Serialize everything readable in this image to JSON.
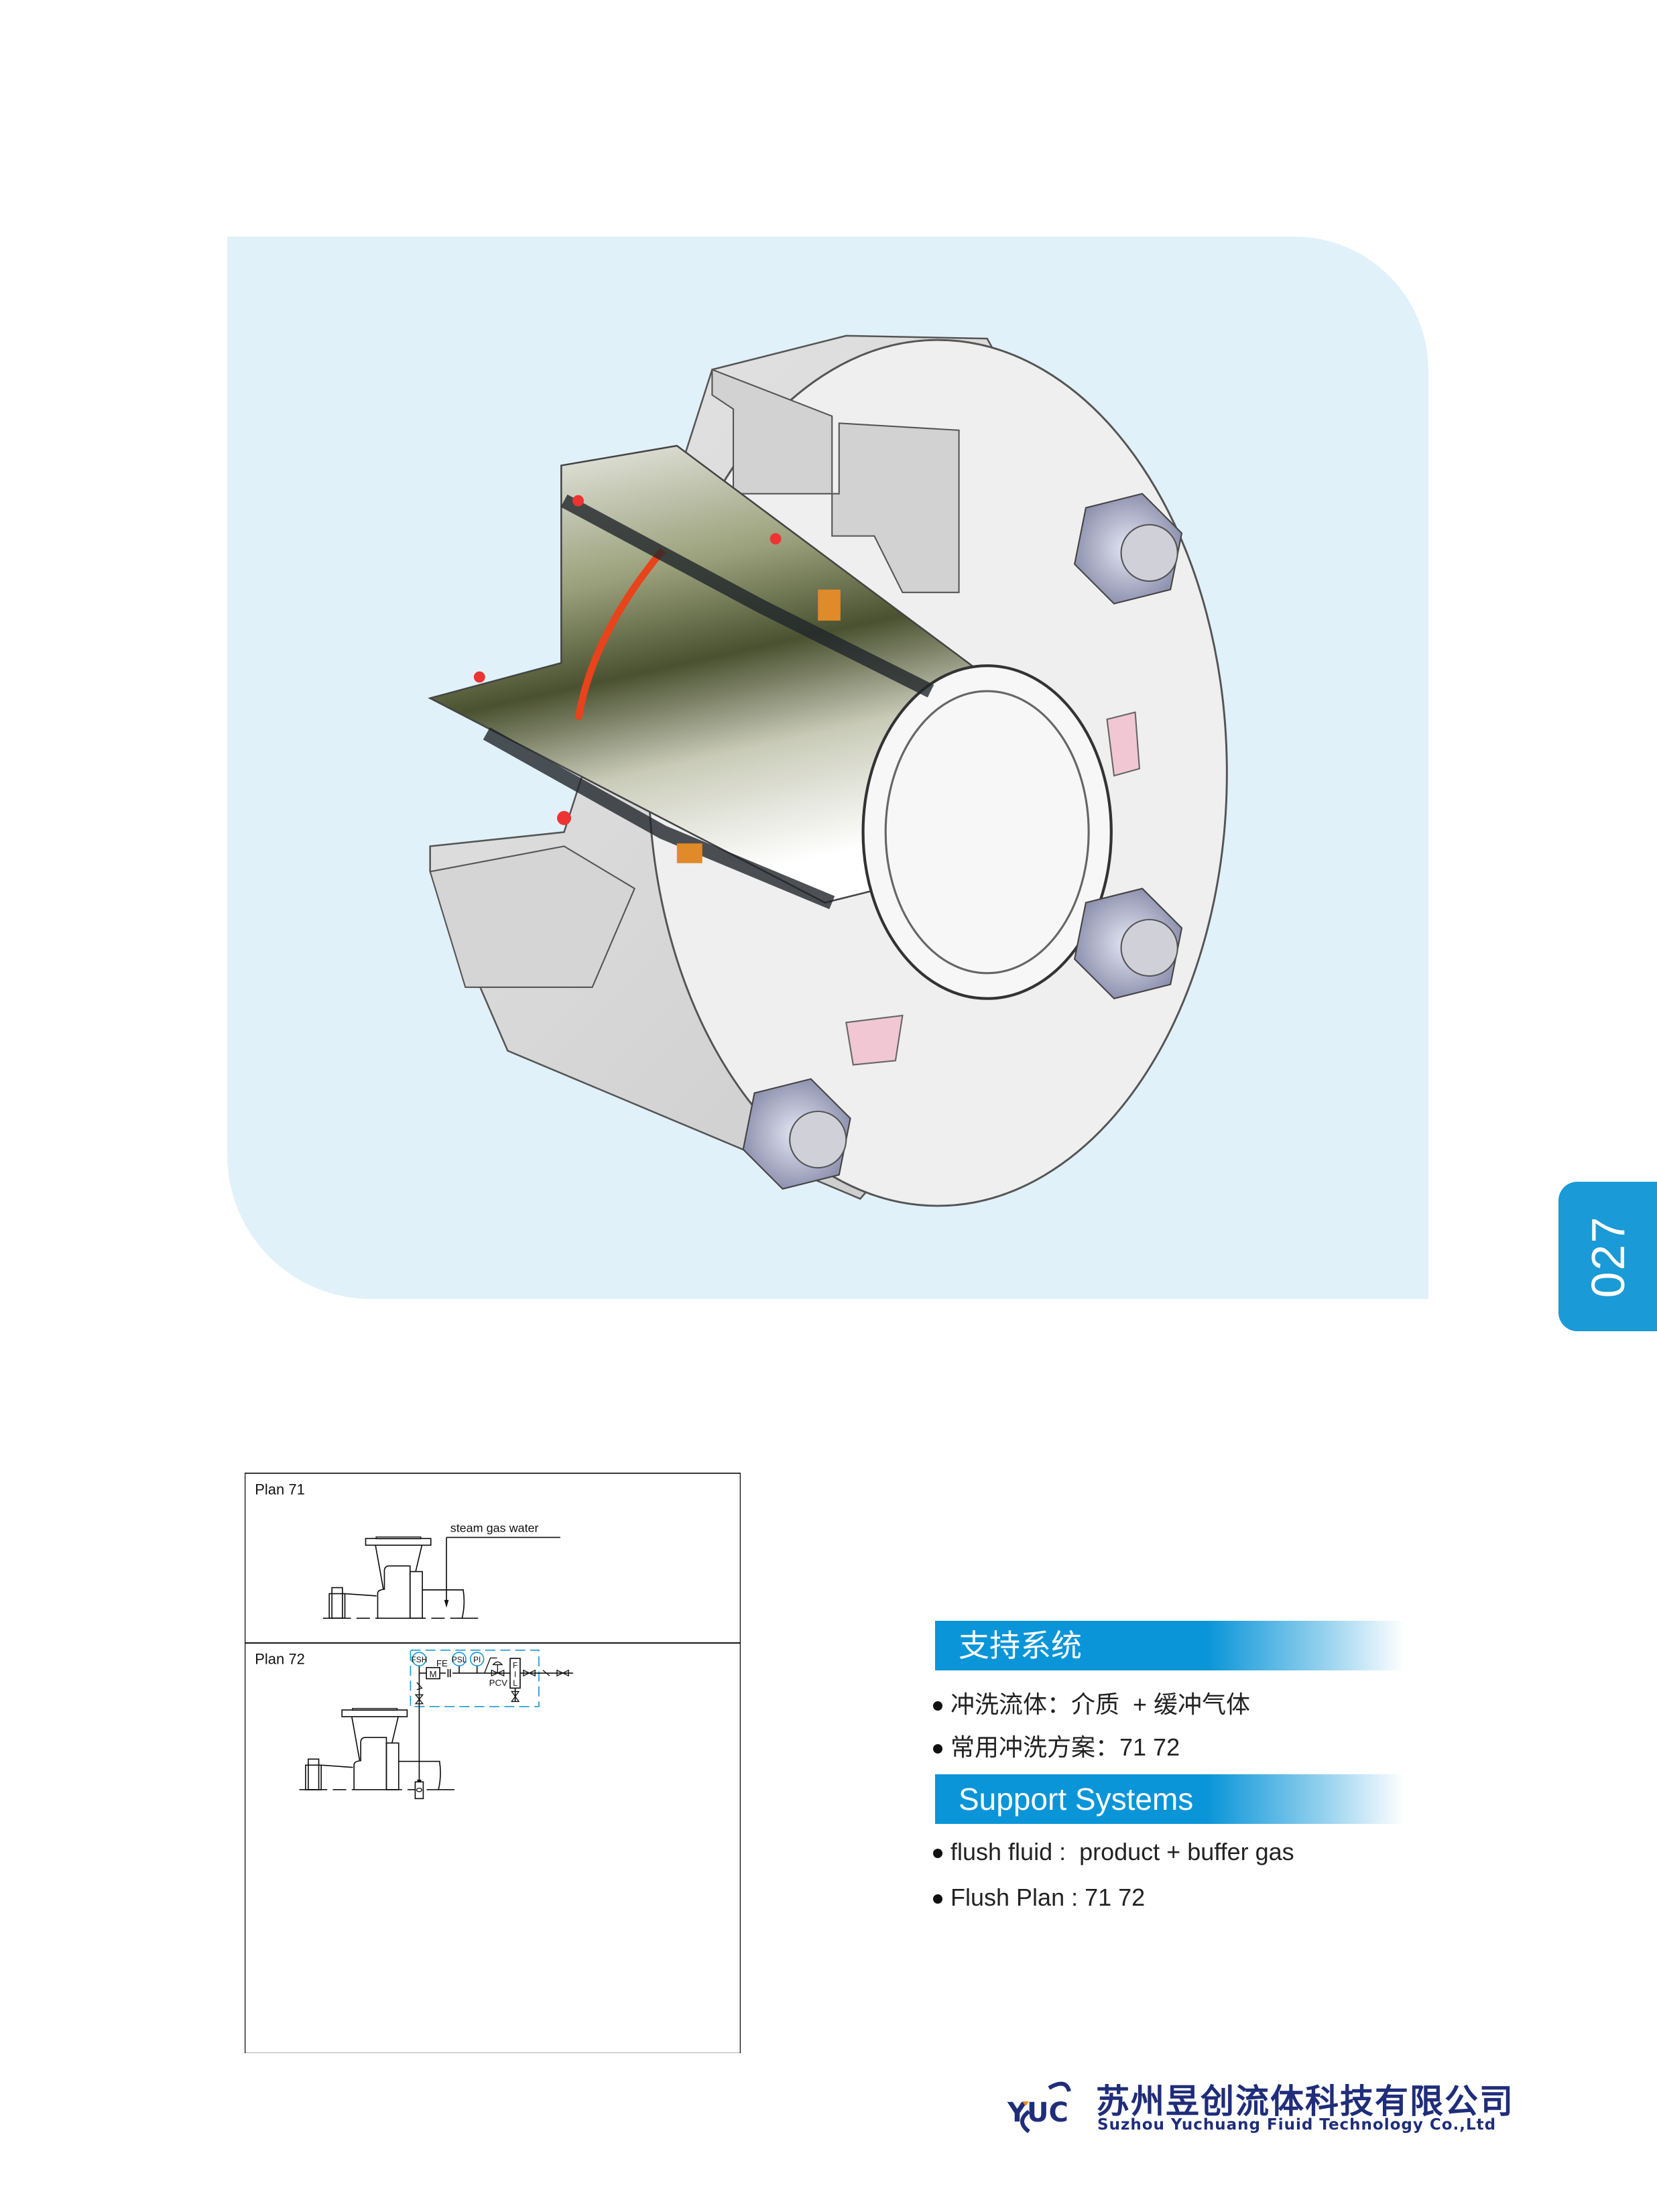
{
  "page_number": "027",
  "plans": {
    "plan71": {
      "title": "Plan 71",
      "annotation": "steam gas water"
    },
    "plan72": {
      "title": "Plan 72",
      "instruments": {
        "fsh": "FSH",
        "fe": "FE",
        "psl": "PSL",
        "pi": "PI",
        "m": "M",
        "pcv": "PCV",
        "fil_f": "F",
        "fil_i": "I",
        "fil_l": "L"
      }
    }
  },
  "support_cn": {
    "heading": "支持系统",
    "items": [
      "冲洗流体：介质  + 缓冲气体",
      "常用冲洗方案：71 72"
    ]
  },
  "support_en": {
    "heading": "Support Systems",
    "items": [
      "flush fluid :  product + buffer gas",
      "Flush Plan : 71 72"
    ]
  },
  "company": {
    "logo_text": "YUC",
    "name_cn": "苏州昱创流体科技有限公司",
    "name_en": "Suzhou Yuchuang Fiuid Technology Co.,Ltd"
  },
  "colors": {
    "accent": "#0a95d8",
    "panel": "#e0f1f9",
    "brand": "#1f2d7a",
    "logo_orange": "#f08a1c"
  }
}
